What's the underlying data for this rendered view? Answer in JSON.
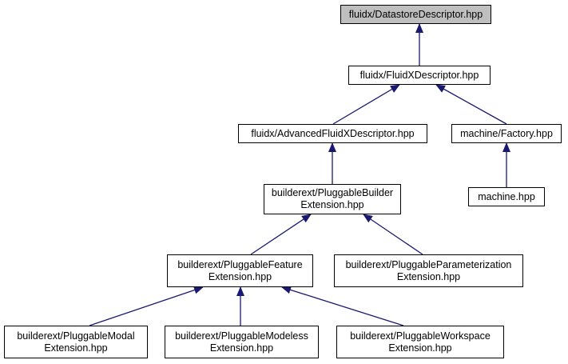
{
  "colors": {
    "edge": "#191970",
    "node_border": "#000000",
    "current_fill": "#bfbfbf"
  },
  "nodes": {
    "datastore": {
      "lines": [
        "fluidx/DatastoreDescriptor.hpp"
      ]
    },
    "fluidx_desc": {
      "lines": [
        "fluidx/FluidXDescriptor.hpp"
      ]
    },
    "advanced": {
      "lines": [
        "fluidx/AdvancedFluidXDescriptor.hpp"
      ]
    },
    "factory": {
      "lines": [
        "machine/Factory.hpp"
      ]
    },
    "machine": {
      "lines": [
        "machine.hpp"
      ]
    },
    "builder": {
      "lines": [
        "builderext/PluggableBuilder",
        "Extension.hpp"
      ]
    },
    "feature": {
      "lines": [
        "builderext/PluggableFeature",
        "Extension.hpp"
      ]
    },
    "parameterization": {
      "lines": [
        "builderext/PluggableParameterization",
        "Extension.hpp"
      ]
    },
    "modal": {
      "lines": [
        "builderext/PluggableModal",
        "Extension.hpp"
      ]
    },
    "modeless": {
      "lines": [
        "builderext/PluggableModeless",
        "Extension.hpp"
      ]
    },
    "workspace": {
      "lines": [
        "builderext/PluggableWorkspace",
        "Extension.hpp"
      ]
    }
  }
}
